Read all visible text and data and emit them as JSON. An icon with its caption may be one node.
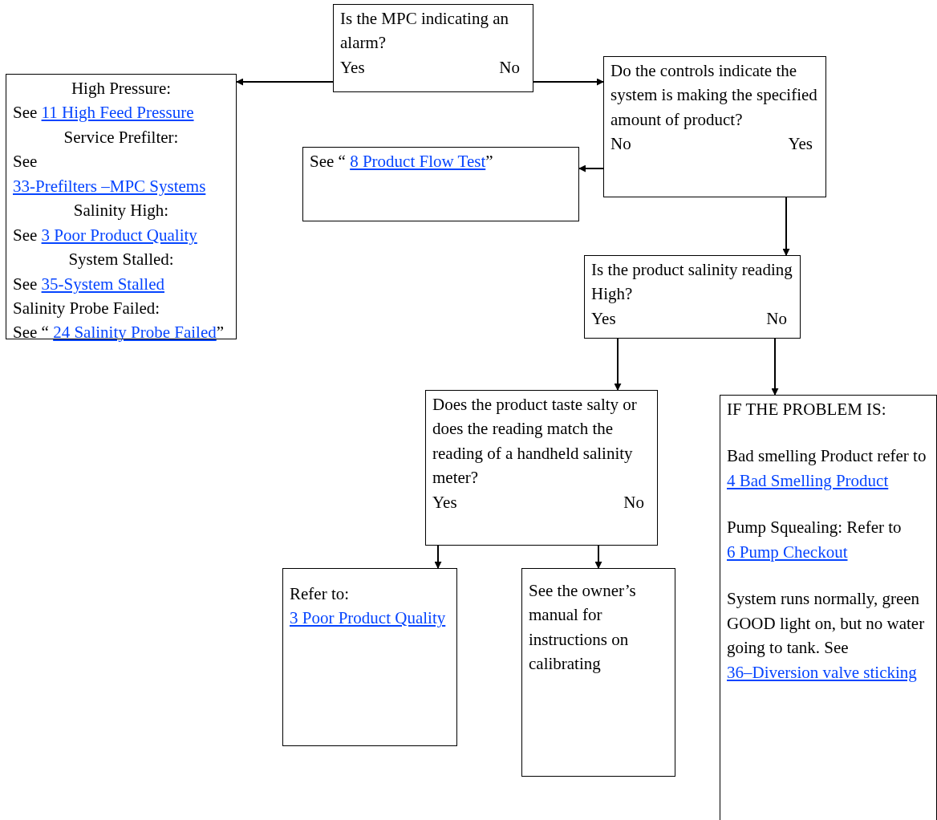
{
  "diagram": {
    "nodes": [
      {
        "text": [
          "Is the MPC indicating an alarm?",
          "Yes",
          "No"
        ]
      },
      {
        "text": [
          "High Pressure:",
          "See",
          "11 High Feed Pressure",
          "Service Prefilter:",
          "See",
          "33-Prefilters –MPC Systems",
          "Salinity High:",
          "See",
          "3 Poor Product Quality",
          "System Stalled:",
          "See",
          "35-System Stalled",
          "Salinity Probe Failed:",
          "See “",
          "24 Salinity Probe Failed",
          "”"
        ]
      },
      {
        "text": [
          "Do the controls indicate the system is making the specified amount of product?",
          "No",
          "Yes"
        ]
      },
      {
        "text": [
          "See “",
          "8 Product Flow Test",
          "”"
        ]
      },
      {
        "text": [
          "Is the product salinity reading High?",
          "Yes",
          "No"
        ]
      },
      {
        "text": [
          "Does the product taste salty or does the reading match the reading of a handheld salinity meter?",
          "Yes",
          "No"
        ]
      },
      {
        "text": [
          "IF THE PROBLEM IS:",
          "Bad smelling Product refer to",
          "4 Bad Smelling Product",
          "Pump Squealing: Refer to",
          "6 Pump Checkout",
          "System runs normally, green GOOD light on, but no water going to tank.  See",
          "36–Diversion valve sticking"
        ]
      },
      {
        "text": [
          "Refer to:",
          "3 Poor Product Quality"
        ]
      },
      {
        "text": [
          "See the owner’s manual for instructions on calibrating"
        ]
      }
    ],
    "edges": [
      {
        "from": 0,
        "to": 1,
        "arrow": "to"
      },
      {
        "from": 0,
        "to": 2,
        "arrow": "to"
      },
      {
        "from": 2,
        "to": 3,
        "arrow": "to"
      },
      {
        "from": 2,
        "to": 4,
        "arrow": "to"
      },
      {
        "from": 4,
        "to": 5,
        "arrow": "to"
      },
      {
        "from": 4,
        "to": 6,
        "arrow": "to"
      },
      {
        "from": 5,
        "to": 7,
        "arrow": "to"
      },
      {
        "from": 5,
        "to": 8,
        "arrow": "to"
      }
    ]
  }
}
